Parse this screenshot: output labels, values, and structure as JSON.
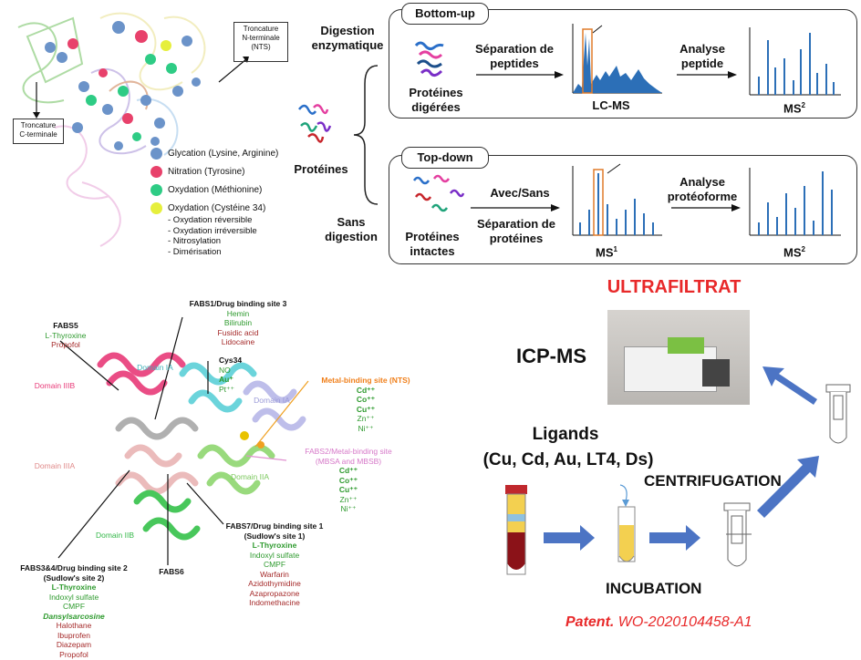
{
  "top_left": {
    "nterm_label": "Troncature\nN-terminale\n(NTS)",
    "cterm_label": "Troncature\nC-terminale",
    "legend": [
      {
        "label": "Glycation (Lysine, Arginine)",
        "color": "#6b93c9"
      },
      {
        "label": "Nitration (Tyrosine)",
        "color": "#e8416b"
      },
      {
        "label": "Oxydation (Méthionine)",
        "color": "#2ecc85"
      },
      {
        "label": "Oxydation (Cystéine 34)",
        "color": "#e6ef3c"
      }
    ],
    "cys_sublist": [
      "- Oxydation réversible",
      "- Oxydation irréversible",
      "- Nitrosylation",
      "- Dimérisation"
    ]
  },
  "workflow": {
    "digestion_label": "Digestion\nenzymatique",
    "proteins_label": "Protéines",
    "no_digestion_label": "Sans\ndigestion",
    "bottom_up": {
      "title": "Bottom-up",
      "digested": "Protéines\ndigérées",
      "separation": "Séparation de\npeptides",
      "lcms": "LC-MS",
      "analysis": "Analyse\npeptide",
      "ms_label": "MS",
      "ms_sup": "2"
    },
    "top_down": {
      "title": "Top-down",
      "intact": "Protéines\nintactes",
      "avec_sans": "Avec/Sans",
      "separation": "Séparation de\nprotéines",
      "ms1_label": "MS",
      "ms1_sup": "1",
      "analysis": "Analyse\nprotéoforme",
      "ms2_label": "MS",
      "ms2_sup": "2"
    }
  },
  "structure": {
    "fabs5": {
      "title": "FABS5",
      "ligands": [
        "L-Thyroxine",
        "Propofol"
      ]
    },
    "fabs1": {
      "title": "FABS1/Drug binding site 3",
      "ligands": [
        "Hemin",
        "Bilirubin",
        "Fusidic acid",
        "Lidocaine"
      ]
    },
    "cys34": {
      "title": "Cys34",
      "ligands": [
        "NO",
        "Au⁺",
        "Pt⁺⁺"
      ]
    },
    "metal_nts": {
      "title": "Metal-binding site (NTS)",
      "ligands": [
        "Cd⁺⁺",
        "Co⁺⁺",
        "Cu⁺⁺",
        "Zn⁺⁺",
        "Ni⁺⁺"
      ]
    },
    "fabs2": {
      "title": "FABS2/Metal-binding site\n(MBSA and MBSB)",
      "ligands": [
        "Cd⁺⁺",
        "Co⁺⁺",
        "Cu⁺⁺",
        "Zn⁺⁺",
        "Ni⁺⁺"
      ]
    },
    "fabs7": {
      "title": "FABS7/Drug binding site 1\n(Sudlow's site 1)",
      "ligands": [
        "L-Thyroxine",
        "Indoxyl sulfate",
        "CMPF",
        "Warfarin",
        "Azidothymidine",
        "Azapropazone",
        "Indomethacine"
      ]
    },
    "fabs34": {
      "title": "FABS3&4/Drug binding site 2\n(Sudlow's site 2)",
      "ligands": [
        "L-Thyroxine",
        "Indoxyl sulfate",
        "CMPF",
        "Dansylsarcosine",
        "Halothane",
        "Ibuprofen",
        "Diazepam",
        "Propofol"
      ]
    },
    "fabs6": "FABS6",
    "domains": {
      "IA_top": "Domain IA",
      "IA_right": "Domain IA",
      "IIIB": "Domain IIIB",
      "IIIA": "Domain IIIA",
      "IIA": "Domain IIA",
      "IIB": "Domain IIB"
    }
  },
  "process": {
    "ultrafiltrat": "ULTRAFILTRAT",
    "icpms": "ICP-MS",
    "ligands_title": "Ligands",
    "ligands_list": "(Cu, Cd, Au, LT4, Ds)",
    "centrifugation": "CENTRIFUGATION",
    "incubation": "INCUBATION",
    "patent_label": "Patent.",
    "patent_number": "WO-2020104458-A1"
  }
}
